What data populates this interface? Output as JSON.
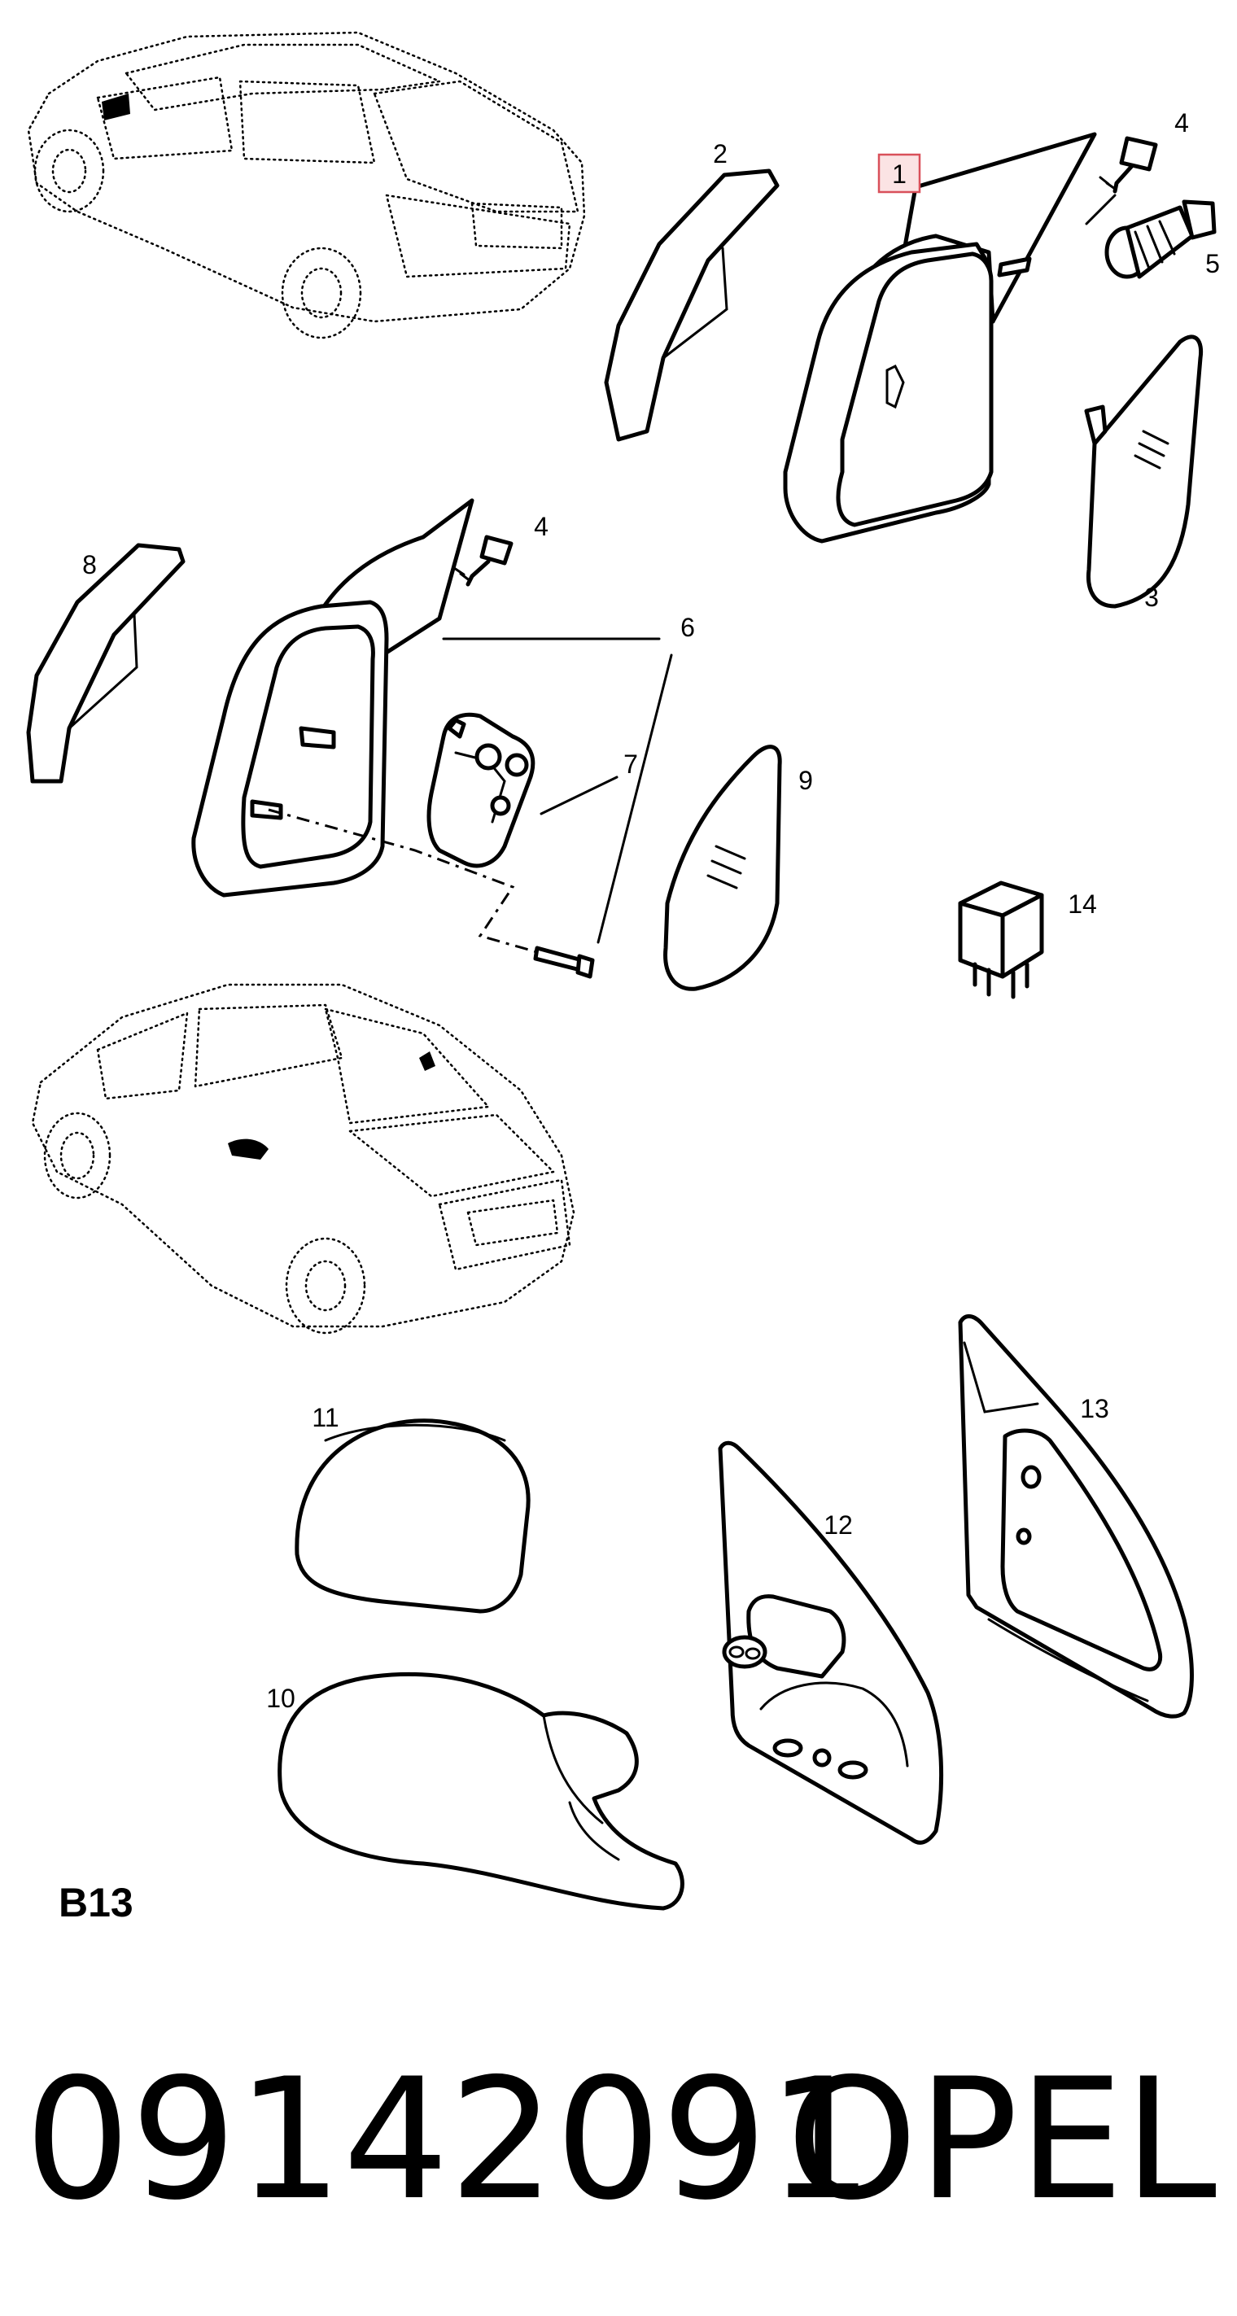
{
  "callouts": {
    "c1": "1",
    "c2": "2",
    "c3": "3",
    "c4a": "4",
    "c4b": "4",
    "c5": "5",
    "c6": "6",
    "c7": "7",
    "c8": "8",
    "c9": "9",
    "c10": "10",
    "c11": "11",
    "c12": "12",
    "c13": "13",
    "c14": "14"
  },
  "section_code": "B13",
  "part_number": "09142091",
  "brand": "OPEL",
  "colors": {
    "ink": "#000000",
    "highlight_border": "#d9505a",
    "highlight_fill": "#fbe3e4"
  }
}
